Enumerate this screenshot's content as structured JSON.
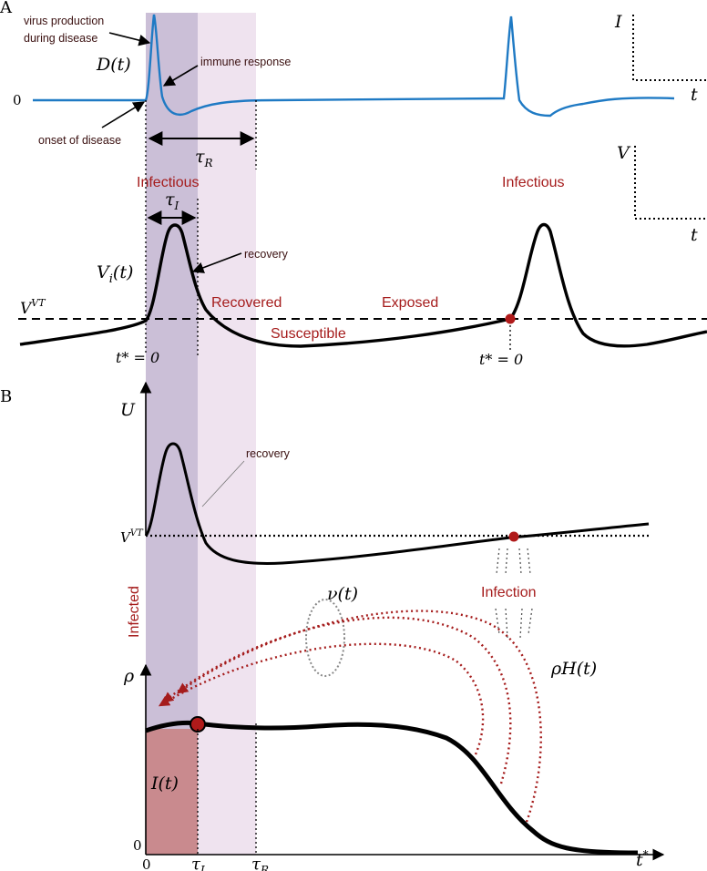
{
  "panel_a": {
    "label": "A",
    "zero": "0",
    "D_label": "D(t)",
    "annotations": {
      "virus_line1": "virus production",
      "virus_line2": "during disease",
      "immune": "immune response",
      "onset": "onset of disease",
      "recovery": "recovery"
    },
    "tau_R": "τR",
    "tau_I": "τI",
    "infectious_left": "Infectious",
    "infectious_right": "Infectious",
    "Vi_label": "Vi(t)",
    "VT_label": "VT",
    "recovered": "Recovered",
    "exposed": "Exposed",
    "susceptible": "Susceptible",
    "tstar_left": "t* = 0",
    "tstar_right": "t* = 0",
    "inset_I": {
      "ylabel": "I",
      "xlabel": "t"
    },
    "inset_V": {
      "ylabel": "V",
      "xlabel": "t"
    }
  },
  "panel_b": {
    "label": "B",
    "U_label": "U",
    "VT_label": "VT",
    "recovery": "recovery",
    "infected": "Infected",
    "infection": "Infection",
    "nu_label": "ν(t)",
    "rhoH_label": "ρH(t)",
    "rho_label": "ρ",
    "I_label": "I(t)",
    "zero_y": "0",
    "zero_x": "0",
    "tau_I": "τI",
    "tau_R": "τR",
    "tstar_axis": "t*"
  },
  "colors": {
    "blue_curve": "#1f7ac4",
    "dark_red": "#a51c1c",
    "infectious_band": "#b5a6c8",
    "recovered_band": "#efe3ef",
    "infected_fill": "#c98a8e"
  }
}
